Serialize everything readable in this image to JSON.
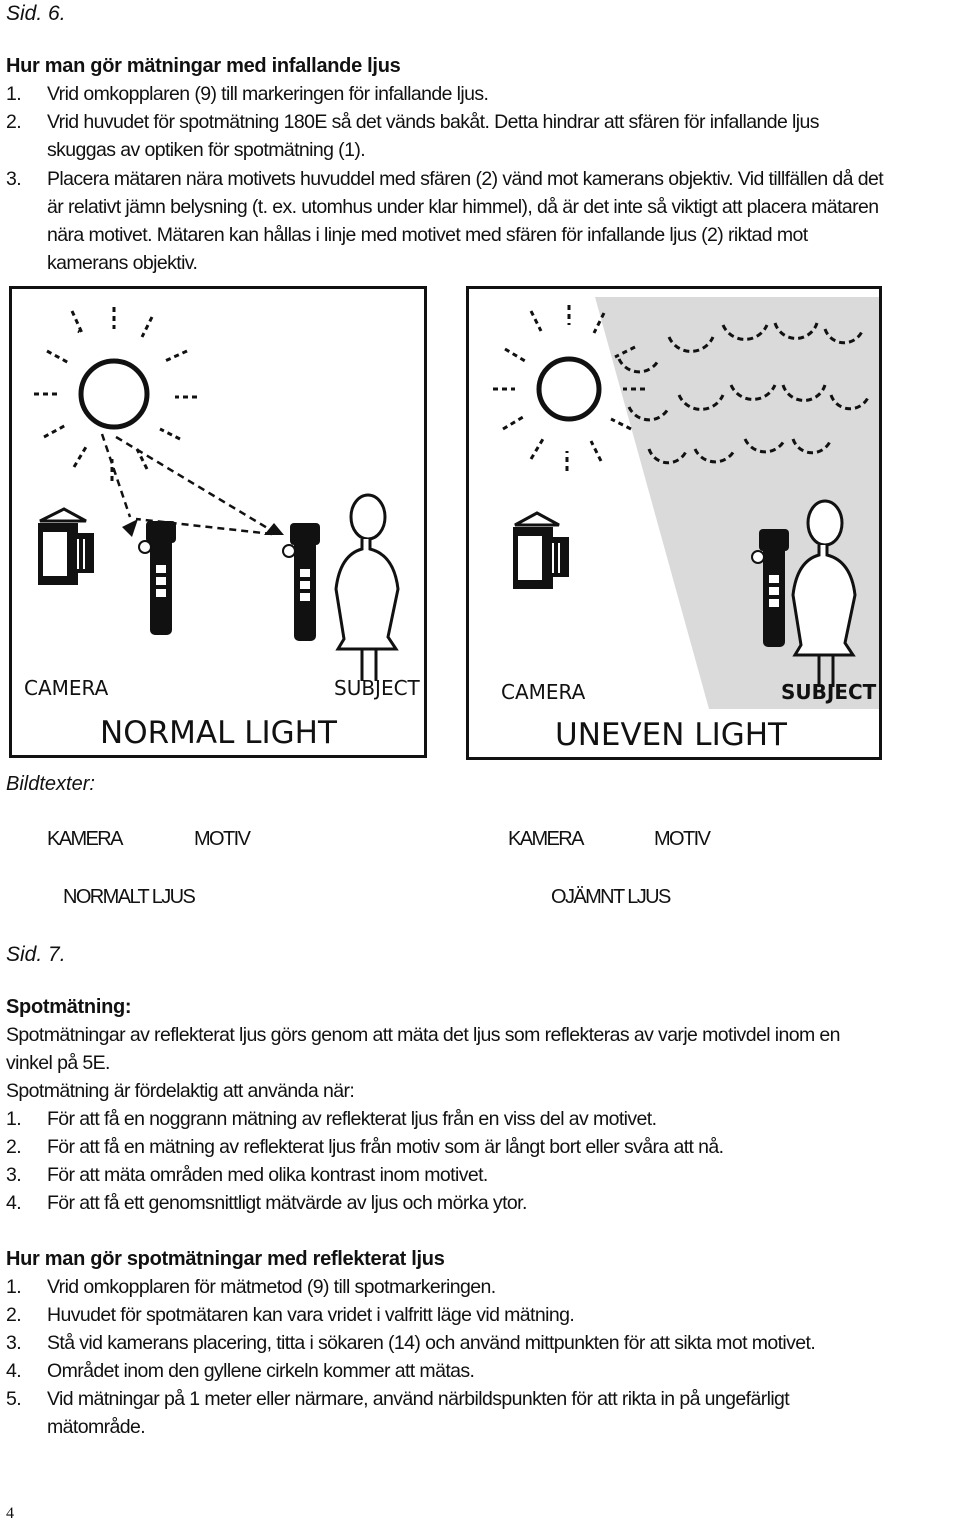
{
  "page6": {
    "page_label": "Sid. 6.",
    "heading": "Hur man gör mätningar med infallande ljus",
    "items": [
      {
        "num": "1.",
        "text": "Vrid omkopplaren (9) till markeringen för infallande ljus."
      },
      {
        "num": "2.",
        "lines": [
          "Vrid huvudet för spotmätning 180E så det vänds bakåt. Detta hindrar att sfären för infallande ljus",
          "skuggas  av optiken för spotmätning (1)."
        ]
      },
      {
        "num": "3.",
        "lines": [
          "Placera mätaren nära motivets huvuddel med sfären (2) vänd mot kamerans objektiv. Vid tillfällen då det",
          "är relativt jämn belysning (t. ex. utomhus under klar himmel), då är det inte så viktigt att placera mätaren",
          "nära motivet. Mätaren kan hållas i linje med motivet med sfären för infallande ljus (2) riktad mot",
          "kamerans objektiv."
        ]
      }
    ]
  },
  "figure": {
    "left_panel": {
      "camera_label": "CAMERA",
      "subject_label": "SUBJECT",
      "title": "NORMAL LIGHT"
    },
    "right_panel": {
      "camera_label": "CAMERA",
      "subject_label": "SUBJECT",
      "title": "UNEVEN LIGHT"
    }
  },
  "captions": {
    "heading": "Bildtexter:",
    "left_camera": "KAMERA",
    "left_subject": "MOTIV",
    "left_title": "NORMALT LJUS",
    "right_camera": "KAMERA",
    "right_subject": "MOTIV",
    "right_title": "OJÄMNT LJUS"
  },
  "page7": {
    "page_label": "Sid. 7.",
    "heading": "Spotmätning:",
    "intro_lines": [
      "Spotmätningar av reflekterat ljus görs genom att mäta det ljus som reflekteras av varje motivdel inom en",
      "vinkel på 5E."
    ],
    "when_text": "Spotmätning är fördelaktig att använda när:",
    "when_items": [
      {
        "num": "1.",
        "text": "För att få en noggrann mätning av reflekterat ljus från en viss del av motivet."
      },
      {
        "num": "2.",
        "text": "För att få en mätning av reflekterat ljus från motiv som är långt bort eller svåra att nå."
      },
      {
        "num": "3.",
        "text": "För att mäta områden med olika kontrast inom motivet."
      },
      {
        "num": "4.",
        "text": "För att få ett genomsnittligt mätvärde av ljus och mörka ytor."
      }
    ],
    "heading2": "Hur man gör spotmätningar med reflekterat ljus",
    "steps": [
      {
        "num": "1.",
        "text": "Vrid omkopplaren för mätmetod (9) till spotmarkeringen."
      },
      {
        "num": "2.",
        "text": "Huvudet för spotmätaren kan vara vridet i valfritt läge vid mätning."
      },
      {
        "num": "3.",
        "text": "Stå vid kamerans placering, titta i sökaren (14) och använd mittpunkten för att sikta mot motivet."
      },
      {
        "num": "4.",
        "text": "Området inom den gyllene cirkeln kommer att mätas."
      },
      {
        "num": "5.",
        "lines": [
          "Vid mätningar på 1 meter eller närmare, använd närbildspunkten för att rikta in på ungefärligt",
          "mätområde."
        ]
      }
    ]
  },
  "footer": {
    "page_number": "4"
  }
}
